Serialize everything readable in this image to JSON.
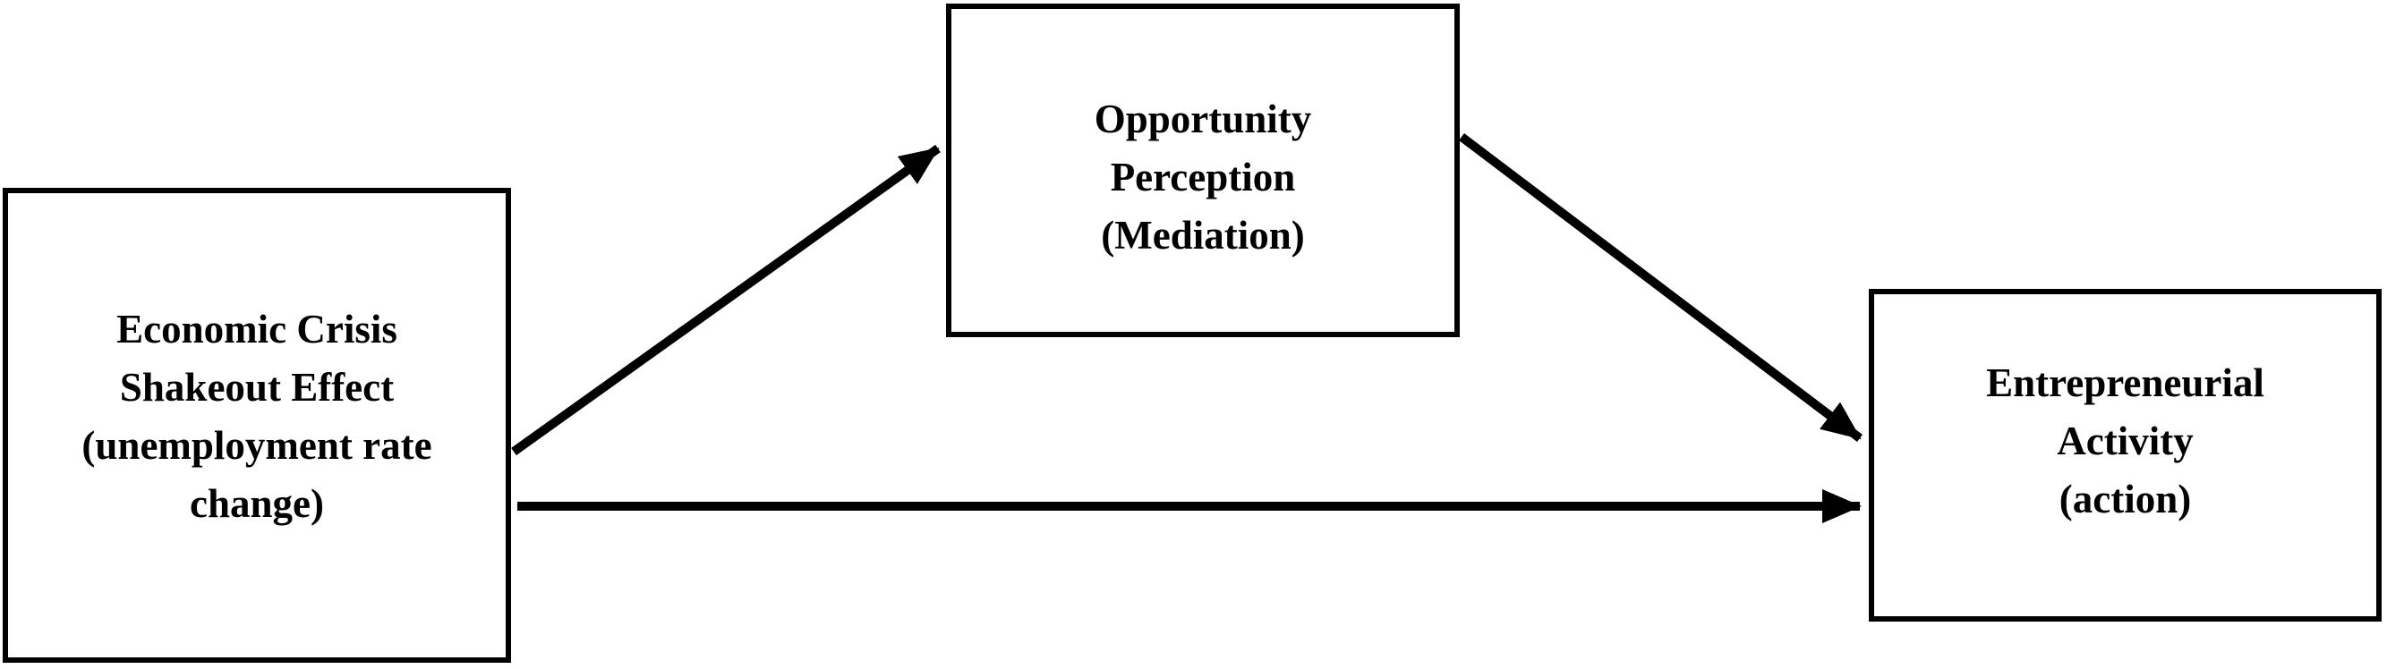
{
  "figure": {
    "type": "mediation-model-diagram",
    "background_color": "#ffffff",
    "line_color": "#000000",
    "text_color": "#000000"
  },
  "nodes": {
    "shakeout": {
      "role": "independent-variable",
      "line1": "Economic Crisis",
      "line2": "Shakeout Effect",
      "line3": "(unemployment rate",
      "line4": "change)"
    },
    "mediator": {
      "role": "mediator-variable",
      "line1": "Opportunity",
      "line2": "Perception",
      "line3": "(Mediation)"
    },
    "activity": {
      "role": "dependent-variable",
      "line1": "Entrepreneurial",
      "line2": "Activity",
      "line3": "(action)"
    }
  },
  "edges": [
    {
      "from": "Economic Crisis Shakeout Effect (unemployment rate change)",
      "to": "Opportunity Perception (Mediation)",
      "style": "solid-arrow"
    },
    {
      "from": "Opportunity Perception (Mediation)",
      "to": "Entrepreneurial Activity (action)",
      "style": "solid-arrow"
    },
    {
      "from": "Economic Crisis Shakeout Effect (unemployment rate change)",
      "to": "Entrepreneurial Activity (action)",
      "style": "solid-arrow"
    }
  ]
}
